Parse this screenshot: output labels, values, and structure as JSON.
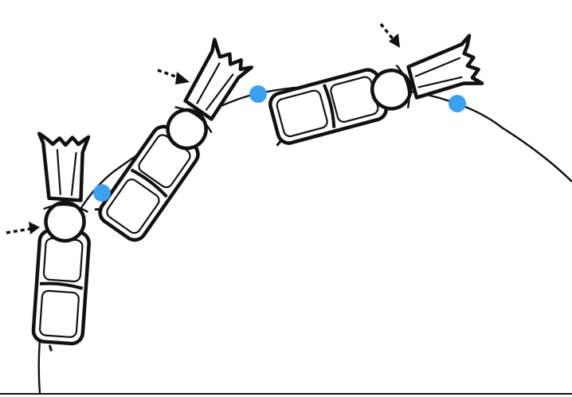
{
  "colors": {
    "background": "#ffffff",
    "ink": "#111111",
    "marker": "#3aa0f2"
  },
  "figures": [
    {
      "name": "figure-1",
      "pose": "upright"
    },
    {
      "name": "figure-2",
      "pose": "tilted"
    },
    {
      "name": "figure-3",
      "pose": "near-horizontal"
    }
  ],
  "markers": [
    {
      "name": "contact-marker-1"
    },
    {
      "name": "contact-marker-2"
    },
    {
      "name": "contact-marker-3"
    }
  ]
}
